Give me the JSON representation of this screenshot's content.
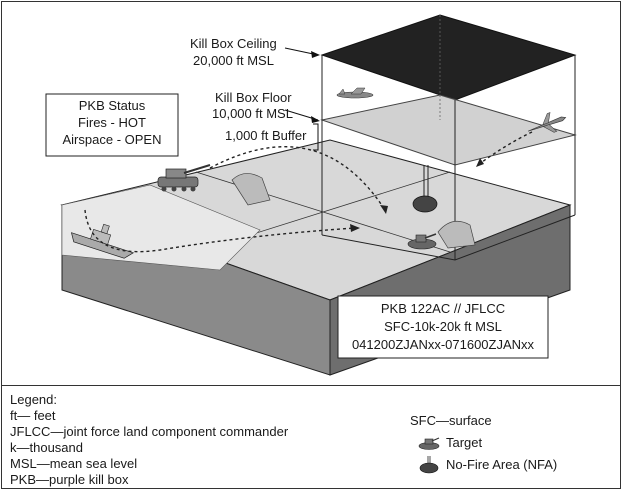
{
  "diagram": {
    "ceiling_label": [
      "Kill Box Ceiling",
      "20,000 ft MSL"
    ],
    "floor_label": [
      "Kill Box Floor",
      "10,000 ft MSL"
    ],
    "buffer_label": "1,000 ft Buffer",
    "status_box": [
      "PKB Status",
      "Fires - HOT",
      "Airspace - OPEN"
    ],
    "id_box": [
      "PKB 122AC // JFLCC",
      "SFC-10k-20k ft MSL",
      "041200ZJANxx-071600ZJANxx"
    ]
  },
  "legend": {
    "title": "Legend:",
    "left_items": [
      "ft— feet",
      "JFLCC—joint force land component commander",
      "k—thousand",
      "MSL—mean sea level",
      "PKB—purple kill box"
    ],
    "sfc": "SFC—surface",
    "target": "Target",
    "nfa": "No-Fire Area (NFA)"
  }
}
